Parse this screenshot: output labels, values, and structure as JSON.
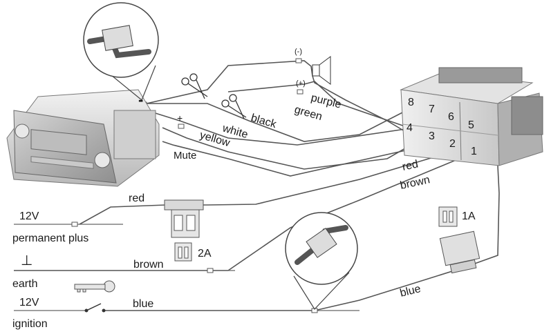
{
  "radio": {
    "minus_mark": "-",
    "plus_mark": "+",
    "mute_label": "Mute"
  },
  "speaker": {
    "neg_mark": "(-)",
    "pos_mark": "(+)"
  },
  "wires": {
    "purple": "purple",
    "green": "green",
    "black": "black",
    "white": "white",
    "yellow": "yellow",
    "red_connector": "red",
    "brown_connector": "brown",
    "red_left": "red",
    "brown_left": "brown",
    "blue_bottom": "blue",
    "blue_right": "blue"
  },
  "connector_pins": [
    "8",
    "7",
    "6",
    "5",
    "4",
    "3",
    "2",
    "1"
  ],
  "fuses": {
    "main_rating": "2A",
    "ignition_rating": "1A"
  },
  "supply": {
    "permanent_voltage": "12V",
    "permanent_label": "permanent plus",
    "earth_symbol": "⊥",
    "earth_label": "earth",
    "ignition_voltage": "12V",
    "ignition_label": "ignition"
  },
  "colors": {
    "wire": "#555555",
    "device_fill": "#e6e6e6",
    "device_dark": "#9a9a9a",
    "fuse_fill": "#d9d9d9"
  }
}
